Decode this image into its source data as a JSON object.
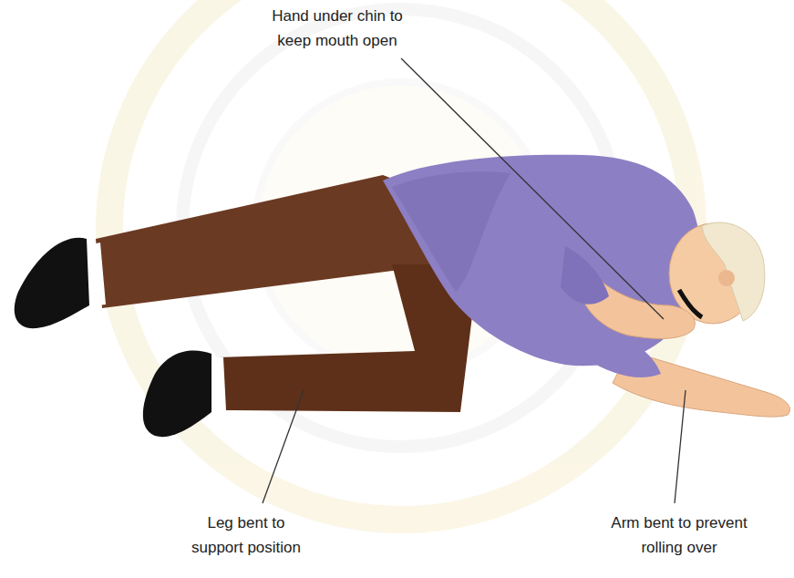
{
  "diagram": {
    "labels": [
      "Hand under chin to keep mouth open",
      "Leg bent to support position",
      "Arm bent to prevent rolling over"
    ]
  }
}
